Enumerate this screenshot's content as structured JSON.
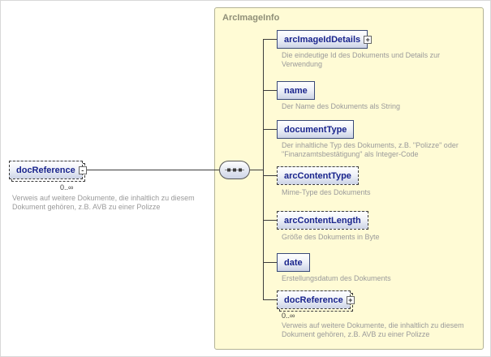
{
  "diagram": {
    "root": {
      "label": "docReference",
      "cardinality": "0..∞",
      "description": "Verweis auf weitere Dokumente, die inhaltlich zu diesem Dokument gehören, z.B. AVB zu einer Polizze"
    },
    "type_container": {
      "label": "ArcImageInfo"
    },
    "children": [
      {
        "label": "arcImageIdDetails",
        "description": "Die eindeutige Id des Dokuments und Details zur Verwendung"
      },
      {
        "label": "name",
        "description": "Der Name des Dokuments als String"
      },
      {
        "label": "documentType",
        "description": "Der inhaltliche Typ des Dokuments, z.B. \"Polizze\" oder \"Finanzamtsbestätigung\" als Integer-Code"
      },
      {
        "label": "arcContentType",
        "description": "Mime-Type des Dokuments"
      },
      {
        "label": "arcContentLength",
        "description": "Größe des Dokuments in Byte"
      },
      {
        "label": "date",
        "description": "Erstellungsdatum des Dokuments"
      },
      {
        "label": "docReference",
        "cardinality": "0..∞",
        "description": "Verweis auf weitere Dokumente, die inhaltlich zu diesem Dokument gehören, z.B. AVB zu einer Polizze"
      }
    ],
    "icons": {
      "expand": "+",
      "collapse": "-"
    },
    "colors": {
      "container_bg": "#FFFBD5",
      "container_border": "#B3B396",
      "element_text": "#19248C",
      "description_text": "#9A9A9A"
    }
  }
}
